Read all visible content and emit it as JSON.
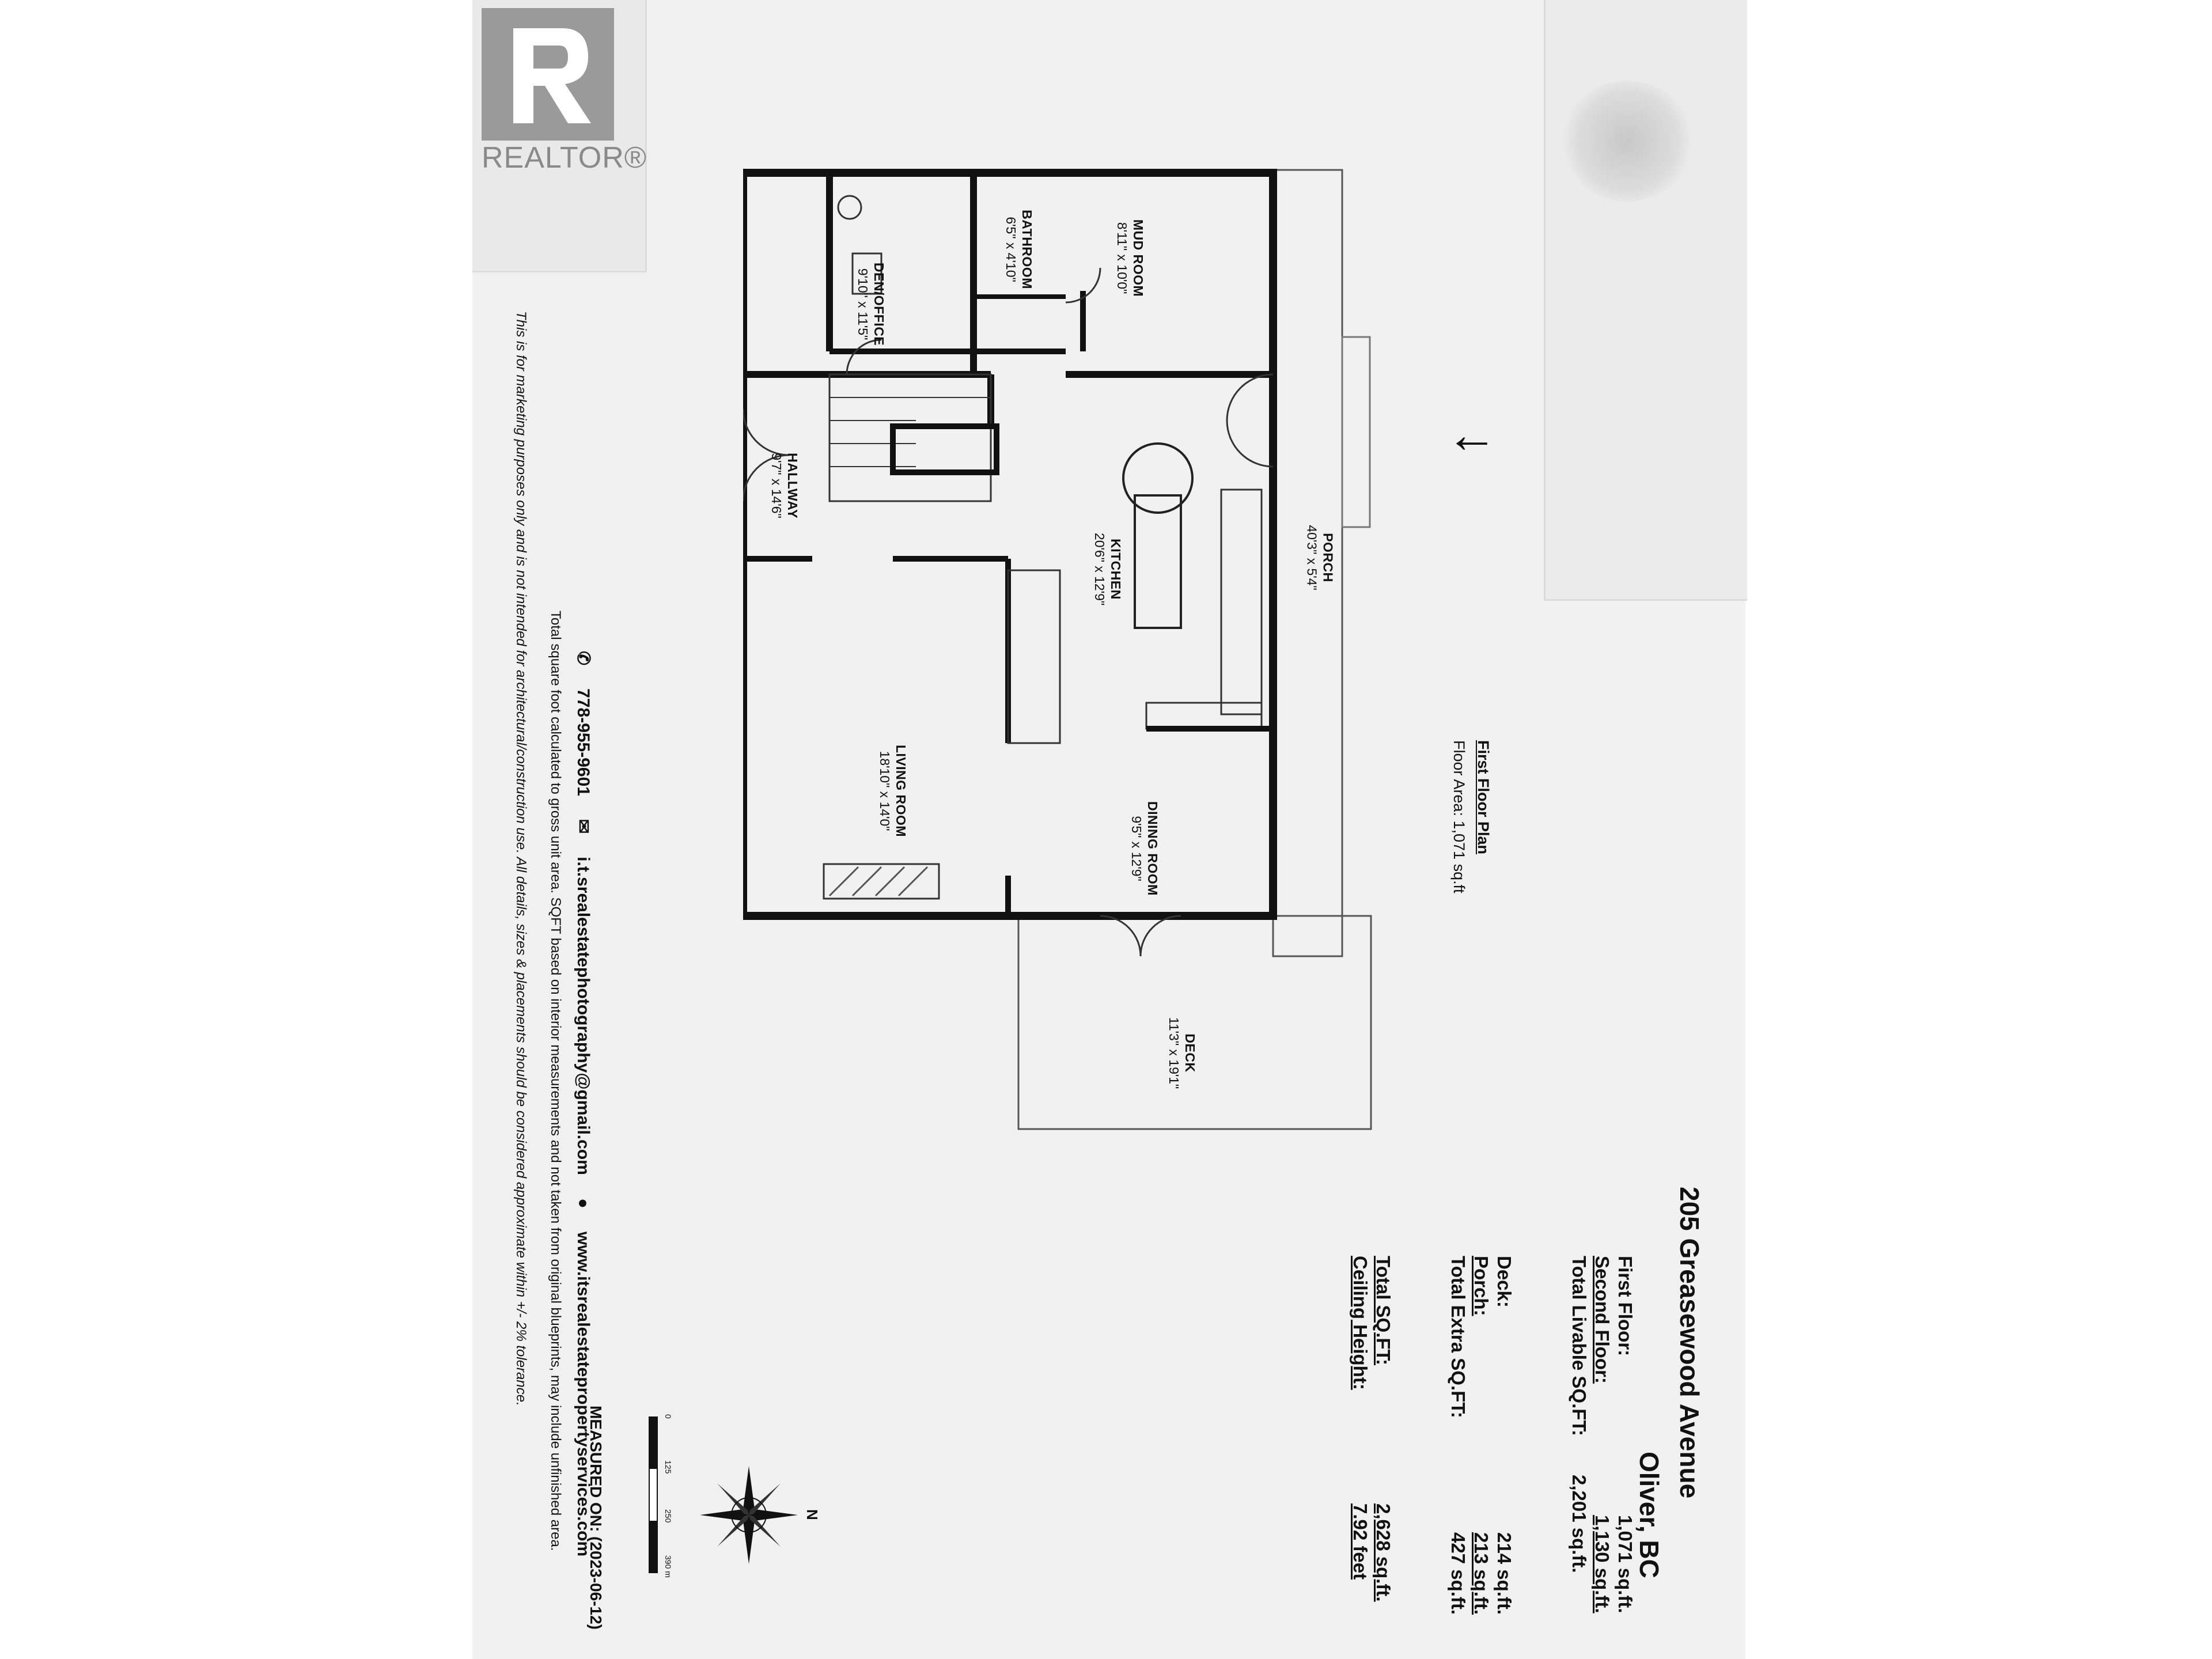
{
  "brand": {
    "logo_text": "REALTOR®"
  },
  "address": {
    "line1": "205 Greasewood Avenue",
    "line2": "Oliver, BC"
  },
  "floor_plan": {
    "title": "First Floor Plan",
    "area": "Floor Area: 1,071 sq.ft"
  },
  "rooms": [
    {
      "name": "DEN/OFFICE",
      "dims": "9'10\" x 11'5\""
    },
    {
      "name": "BATHROOM",
      "dims": "6'5\" x 4'10\""
    },
    {
      "name": "MUD ROOM",
      "dims": "8'11\" x 10'0\""
    },
    {
      "name": "HALLWAY",
      "dims": "9'7\" x 14'6\""
    },
    {
      "name": "KITCHEN",
      "dims": "20'6\" x 12'9\""
    },
    {
      "name": "PORCH",
      "dims": "40'3\" x 5'4\""
    },
    {
      "name": "LIVING ROOM",
      "dims": "18'10\" x 14'0\""
    },
    {
      "name": "DINING ROOM",
      "dims": "9'5\" x 12'9\""
    },
    {
      "name": "DECK",
      "dims": "11'3\" x 19'1\""
    }
  ],
  "stats": [
    {
      "label": "First Floor:",
      "value": "1,071 sq.ft."
    },
    {
      "label": "Second Floor:",
      "value": "1,130 sq.ft."
    },
    {
      "label": "Total Livable SQ.FT:",
      "value": "2,201 sq.ft."
    },
    {
      "label": "Deck:",
      "value": "214 sq.ft."
    },
    {
      "label": "Porch:",
      "value": "213 sq.ft."
    },
    {
      "label": "Total Extra SQ.FT:",
      "value": "427 sq.ft."
    },
    {
      "label": "Total SQ.FT:",
      "value": "2,628 sq.ft."
    },
    {
      "label": "Ceiling Height:",
      "value": "7.92 feet"
    }
  ],
  "contact": {
    "phone": "778-955-9601",
    "email": "i.t.srealestatephotography@gmail.com",
    "website": "www.itsrealestatepropertyservices.com"
  },
  "disclaimer": {
    "line1": "Total square foot calculated to gross unit area. SQFT based on interior measurements and not taken from original blueprints, may include unfinished area.",
    "line2": "This is for marketing purposes only and is not intended for architectural/construction use. All details, sizes & placements should be considered approximate within +/- 2% tolerance."
  },
  "measured": "MEASURED ON: (2023-06-12)",
  "compass": {
    "north": "N"
  },
  "scale": {
    "ticks": [
      "0",
      "125",
      "250",
      "390 m"
    ]
  }
}
